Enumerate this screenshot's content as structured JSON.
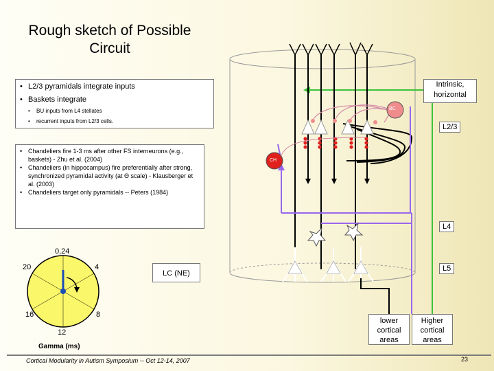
{
  "title": "Rough sketch of Possible Circuit",
  "box1": {
    "bullets": [
      "L2/3 pyramidals integrate inputs",
      "Baskets integrate"
    ],
    "sub_bullets": [
      "BU inputs from L4 stellates",
      "recurrent inputs from L2/3 cells."
    ]
  },
  "box2": {
    "bullets": [
      "Chandeliers fire 1-3 ms after other FS interneurons (e.g., baskets) - Zhu et al. (2004)",
      "Chandeliers (in hippocampus) fire preferentially after strong, synchronized pyramidal activity (at Θ scale) - Klausberger et al. (2003)",
      "Chandeliers target only pyramidals -- Peters (1984)"
    ]
  },
  "labels": {
    "intrinsic": "Intrinsic, horizontal",
    "l23": "L2/3",
    "l4": "L4",
    "l5": "L5",
    "bc": "BC",
    "ch": "CH",
    "lc": "LC (NE)",
    "lower": "lower cortical areas",
    "higher": "Higher cortical areas"
  },
  "clock": {
    "top": "0,24",
    "left": "20",
    "right": "4",
    "bottom_left": "16",
    "bottom_right": "8",
    "bottom": "12",
    "caption": "Gamma (ms)",
    "fill": "#fbf76a"
  },
  "footer": "Cortical Modularity in Autism Symposium -- Oct 12-14, 2007",
  "page_number": "23",
  "colors": {
    "green": "#3cc23c",
    "purple": "#9966ee",
    "pink": "#d48aa8",
    "red": "#e0201c",
    "bc": "#f08c8c"
  }
}
